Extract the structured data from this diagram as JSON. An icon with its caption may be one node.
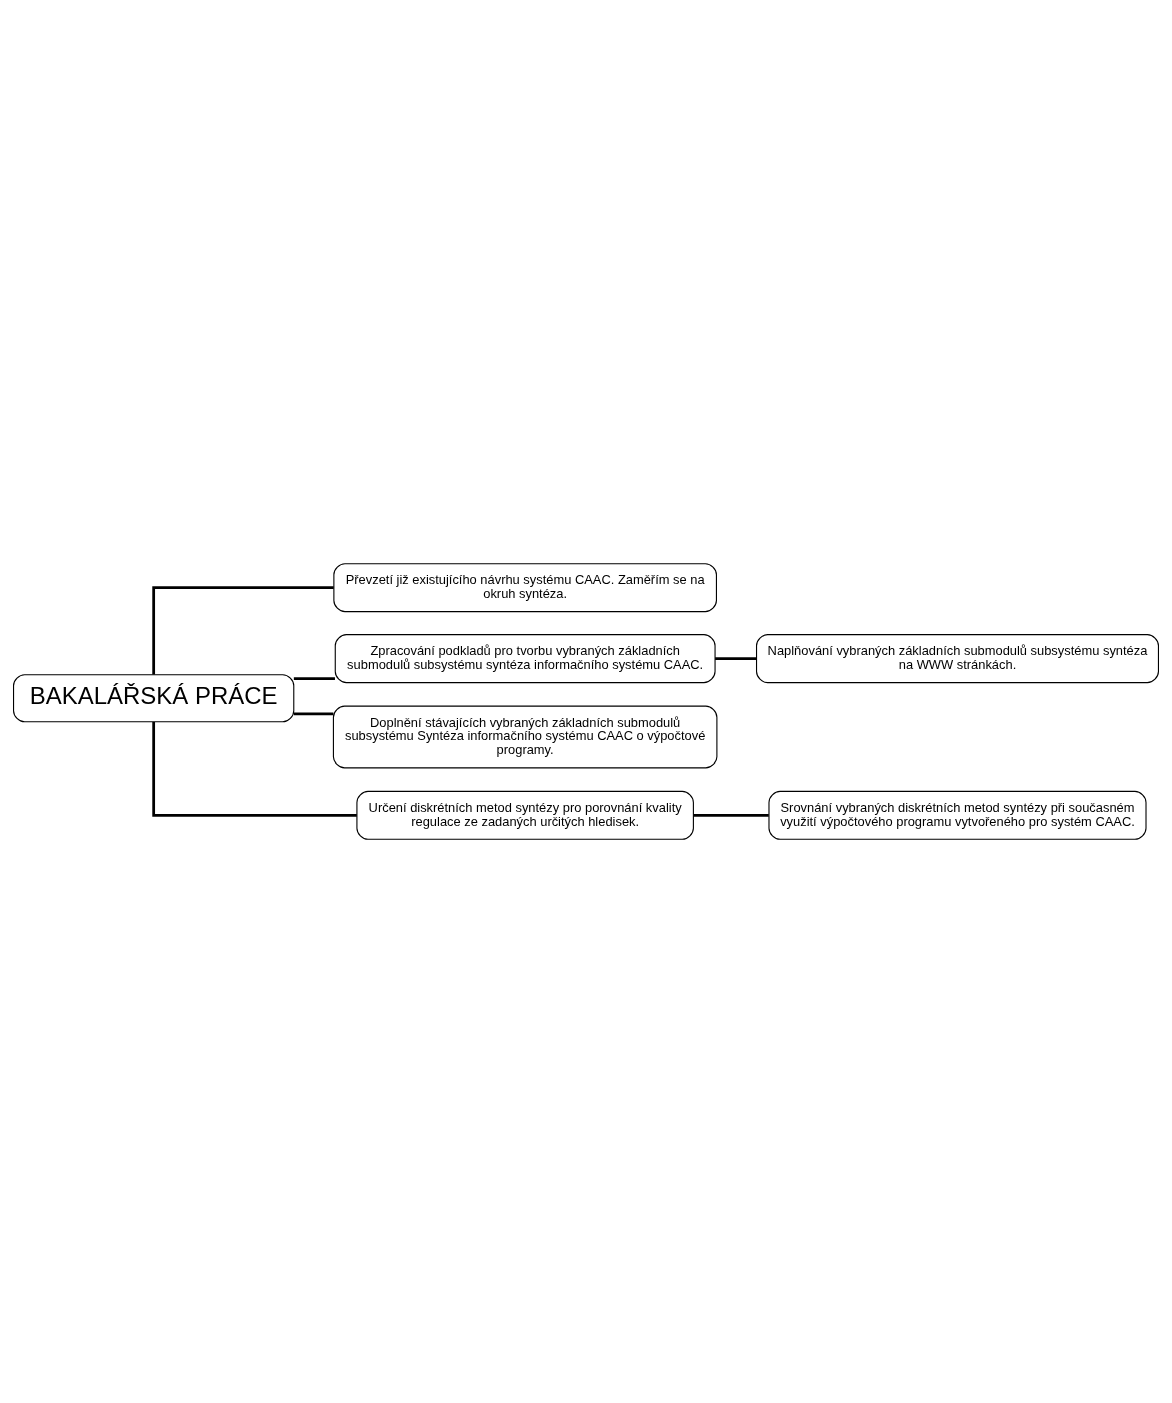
{
  "diagram": {
    "nodes": [
      {
        "text": [
          "BAKALÁŘSKÁ PRÁCE"
        ]
      },
      {
        "text": [
          "Převzetí již existujícího návrhu systému CAAC. Zaměřím se na okruh syntéza."
        ]
      },
      {
        "text": [
          "Zpracování podkladů pro tvorbu vybraných základních submodulů subsystému syntéza informačního systému CAAC."
        ]
      },
      {
        "text": [
          "Naplňování vybraných základních submodulů subsystému syntéza na WWW stránkách."
        ]
      },
      {
        "text": [
          "Doplnění stávajících vybraných základních submodulů subsystému Syntéza informačního systému CAAC o výpočtové programy."
        ]
      },
      {
        "text": [
          "Určení diskrétních metod syntézy pro porovnání kvality regulace ze zadaných určitých hledisek."
        ]
      },
      {
        "text": [
          "Srovnání vybraných diskrétních metod syntézy při současném využití výpočtového programu vytvořeného pro systém CAAC."
        ]
      }
    ],
    "edges": [
      {
        "from": 0,
        "to": 1,
        "arrow": "none"
      },
      {
        "from": 0,
        "to": 2,
        "arrow": "none"
      },
      {
        "from": 2,
        "to": 3,
        "arrow": "none"
      },
      {
        "from": 0,
        "to": 4,
        "arrow": "none"
      },
      {
        "from": 0,
        "to": 5,
        "arrow": "none"
      },
      {
        "from": 5,
        "to": 6,
        "arrow": "none"
      }
    ]
  }
}
